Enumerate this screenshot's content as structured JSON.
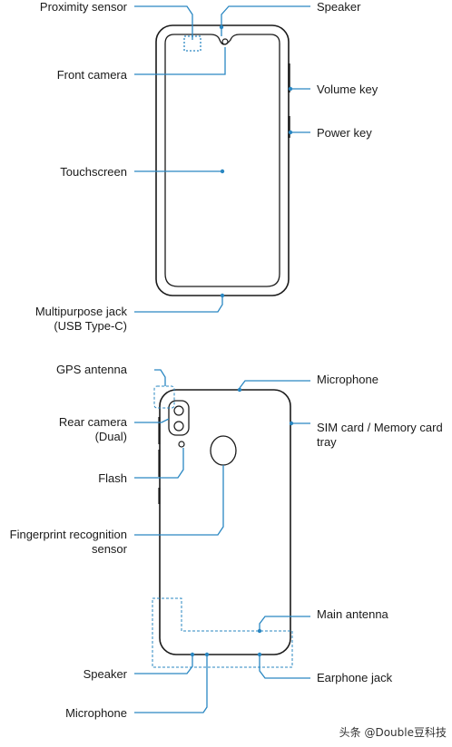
{
  "colors": {
    "callout": "#2a87c2",
    "outline": "#1a1a1a",
    "background": "#ffffff"
  },
  "front": {
    "proximity_sensor": "Proximity sensor",
    "speaker": "Speaker",
    "front_camera": "Front camera",
    "volume_key": "Volume key",
    "power_key": "Power key",
    "touchscreen": "Touchscreen",
    "multipurpose_jack_1": "Multipurpose jack",
    "multipurpose_jack_2": "(USB Type-C)"
  },
  "back": {
    "gps_antenna": "GPS antenna",
    "microphone_top": "Microphone",
    "rear_camera_1": "Rear camera",
    "rear_camera_2": "(Dual)",
    "sim_tray_1": "SIM card / Memory card",
    "sim_tray_2": "tray",
    "flash": "Flash",
    "fingerprint_1": "Fingerprint recognition",
    "fingerprint_2": "sensor",
    "main_antenna": "Main antenna",
    "speaker_bottom": "Speaker",
    "earphone_jack": "Earphone jack",
    "microphone_bottom": "Microphone"
  },
  "watermark": "头条 @Double豆科技"
}
